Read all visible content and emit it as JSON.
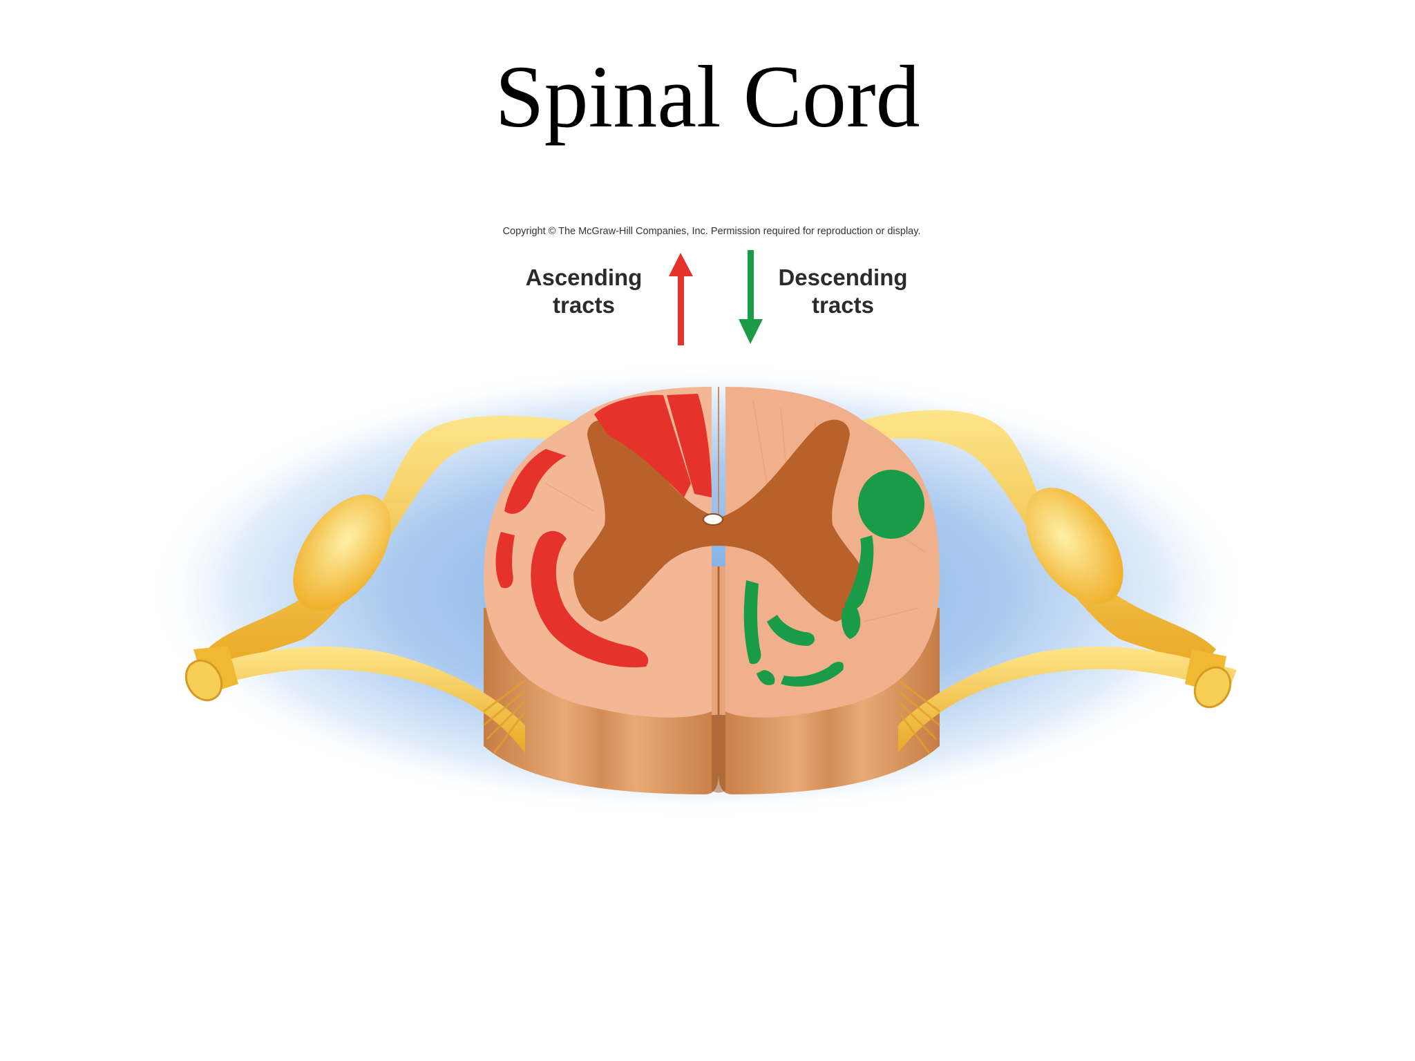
{
  "slide": {
    "title": "Spinal Cord"
  },
  "figure": {
    "copyright": "Copyright © The McGraw-Hill Companies, Inc. Permission required for reproduction or display.",
    "ascending": {
      "line1": "Ascending",
      "line2": "tracts",
      "color": "#e5322b"
    },
    "descending": {
      "line1": "Descending",
      "line2": "tracts",
      "color": "#1a9b48"
    },
    "colors": {
      "white_matter": "#f3b795",
      "gray_matter": "#b8612a",
      "nerve": "#f4bf35",
      "background_glow": "#8fb8e6",
      "cord_body": "#d9935b"
    }
  }
}
